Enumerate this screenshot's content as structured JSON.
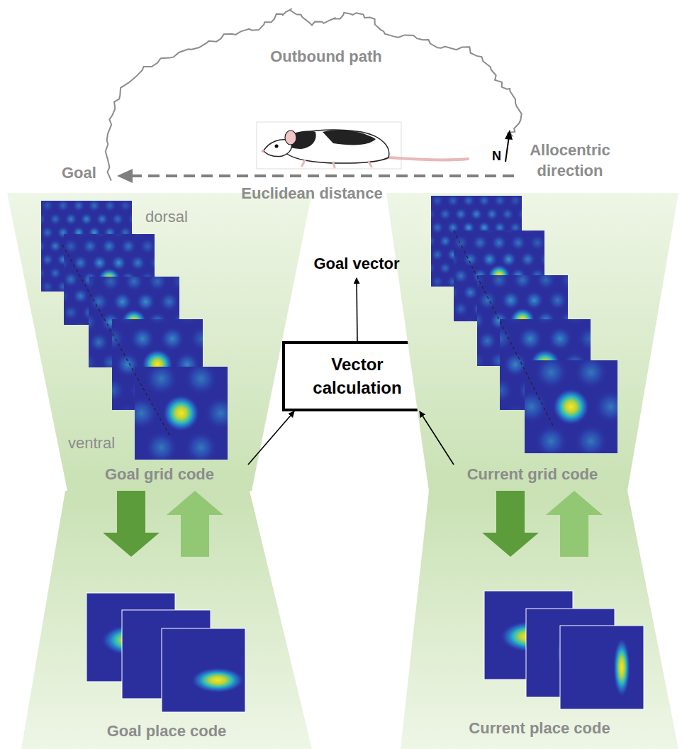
{
  "diagram": {
    "nodes": [
      {
        "text": [
          "Goal vector"
        ]
      },
      {
        "text": [
          "Vector calculation"
        ]
      },
      {
        "text": [
          "Goal grid code"
        ]
      },
      {
        "text": [
          "Current grid code"
        ]
      },
      {
        "text": [
          "Goal place code"
        ]
      },
      {
        "text": [
          "Current place code"
        ]
      }
    ],
    "edges": [
      {
        "from": 2,
        "to": 4,
        "arrow": "to"
      },
      {
        "from": 4,
        "to": 2,
        "arrow": "to"
      },
      {
        "from": 3,
        "to": 5,
        "arrow": "to"
      },
      {
        "from": 5,
        "to": 3,
        "arrow": "to"
      },
      {
        "from": 2,
        "to": 1,
        "arrow": "to"
      },
      {
        "from": 3,
        "to": 1,
        "arrow": "to"
      },
      {
        "from": 1,
        "to": 0,
        "arrow": "to"
      }
    ],
    "labels": [
      "Outbound path",
      "Goal",
      "N",
      "Allocentric direction",
      "Euclidean distance",
      "dorsal",
      "ventral"
    ]
  }
}
